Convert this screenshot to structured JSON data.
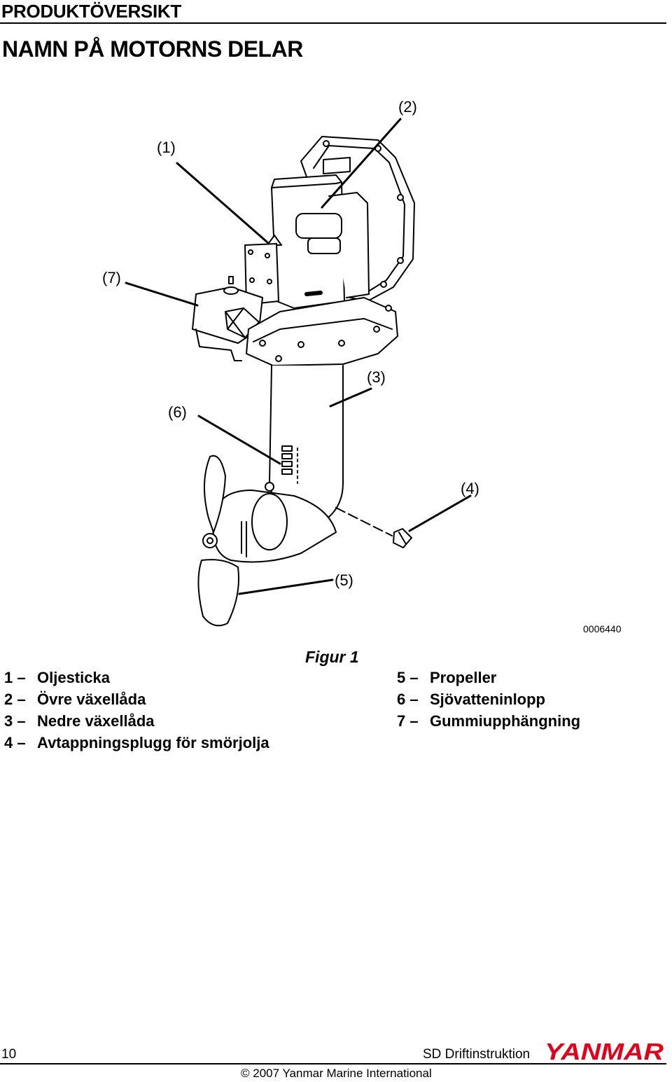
{
  "header": {
    "section": "PRODUKTÖVERSIKT",
    "title": "NAMN PÅ MOTORNS DELAR"
  },
  "figure": {
    "callouts": {
      "c1": "(1)",
      "c2": "(2)",
      "c3": "(3)",
      "c4": "(4)",
      "c5": "(5)",
      "c6": "(6)",
      "c7": "(7)"
    },
    "id": "0006440",
    "caption": "Figur 1"
  },
  "legend": {
    "left": [
      {
        "num": "1 –",
        "label": "Oljesticka"
      },
      {
        "num": "2 –",
        "label": "Övre växellåda"
      },
      {
        "num": "3 –",
        "label": "Nedre växellåda"
      },
      {
        "num": "4 –",
        "label": "Avtappningsplugg för smörjolja"
      }
    ],
    "right": [
      {
        "num": "5 –",
        "label": "Propeller"
      },
      {
        "num": "6 –",
        "label": "Sjövatteninlopp"
      },
      {
        "num": "7 –",
        "label": "Gummiupphängning"
      }
    ]
  },
  "footer": {
    "page_number": "10",
    "doc_title": "SD Driftinstruktion",
    "brand": "YANMAR",
    "copyright": "© 2007 Yanmar Marine International"
  },
  "colors": {
    "ink": "#000000",
    "paper": "#ffffff",
    "brand": "#e2001a"
  }
}
